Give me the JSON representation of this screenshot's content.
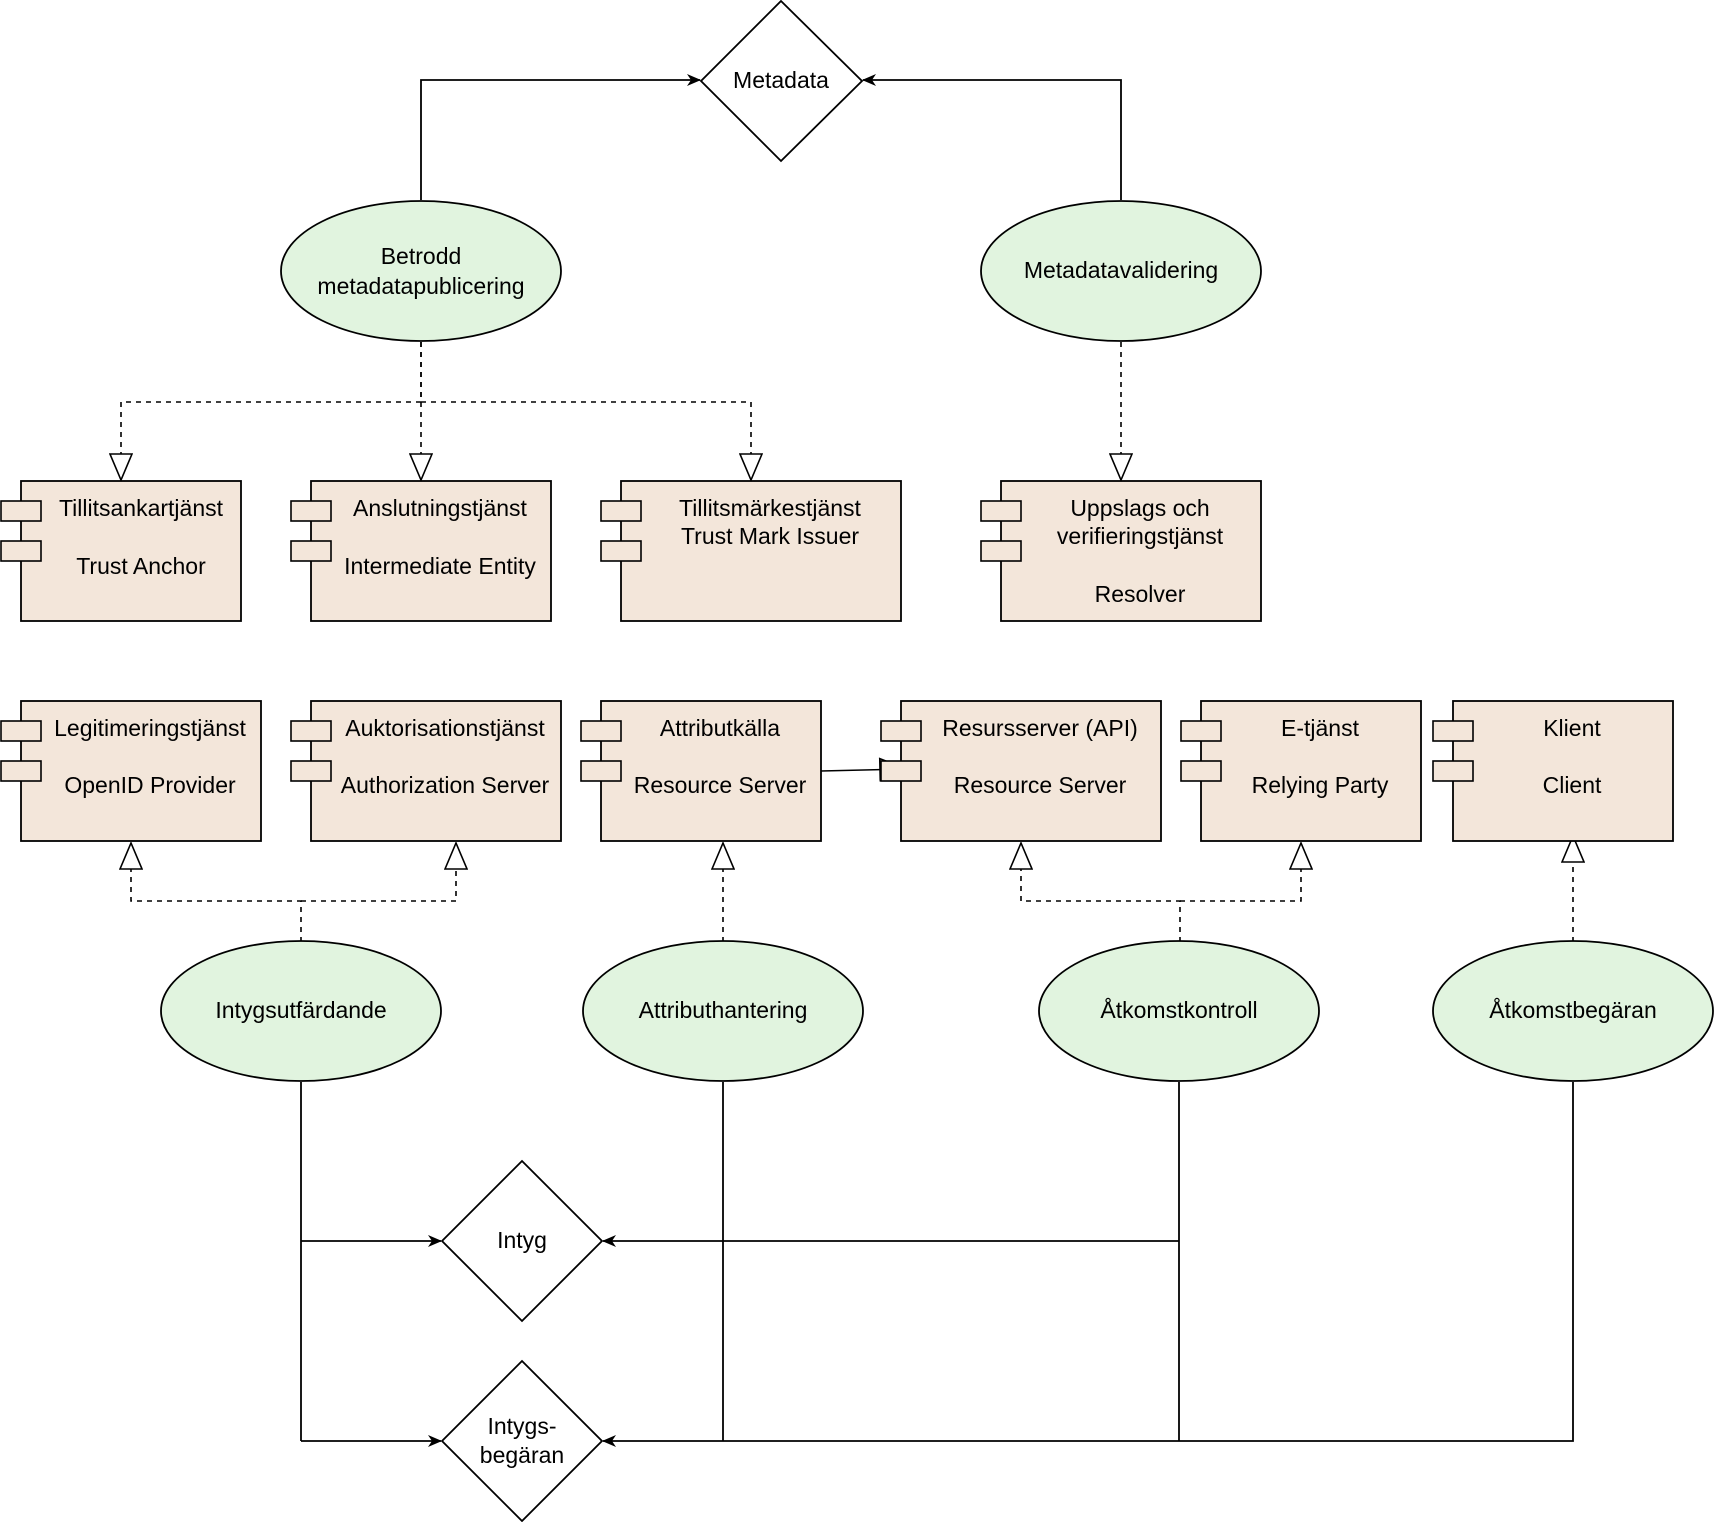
{
  "colors": {
    "ellipse_fill": "#e1f4df",
    "component_fill": "#f3e6da",
    "line": "#000000",
    "background": "#ffffff"
  },
  "artifacts": {
    "metadata": "Metadata",
    "intyg": "Intyg",
    "intygsbegaran": [
      "Intygs-",
      "begäran"
    ]
  },
  "functions": {
    "betrodd": [
      "Betrodd",
      "metadatapublicering"
    ],
    "metadatavalidering": "Metadatavalidering",
    "intygsutfardande": "Intygsutfärdande",
    "attributhantering": "Attributhantering",
    "atkomstkontroll": "Åtkomstkontroll",
    "atkomstbegaran": "Åtkomstbegäran"
  },
  "components": {
    "tillitsankar": [
      "Tillitsankartjänst",
      "",
      "Trust Anchor"
    ],
    "anslutning": [
      "Anslutningstjänst",
      "",
      "Intermediate Entity"
    ],
    "tillitsmarke": [
      "Tillitsmärkestjänst",
      "Trust Mark Issuer"
    ],
    "uppslag": [
      "Uppslags och",
      "verifieringstjänst",
      "",
      "Resolver"
    ],
    "legitimering": [
      "Legitimeringstjänst",
      "",
      "OpenID Provider"
    ],
    "auktorisation": [
      "Auktorisationstjänst",
      "",
      "Authorization Server"
    ],
    "attributkalla": [
      "Attributkälla",
      "",
      "Resource Server"
    ],
    "resursserver": [
      "Resursserver (API)",
      "",
      "Resource Server"
    ],
    "etjanst": [
      "E-tjänst",
      "",
      "Relying Party"
    ],
    "klient": [
      "Klient",
      "",
      "Client"
    ]
  }
}
